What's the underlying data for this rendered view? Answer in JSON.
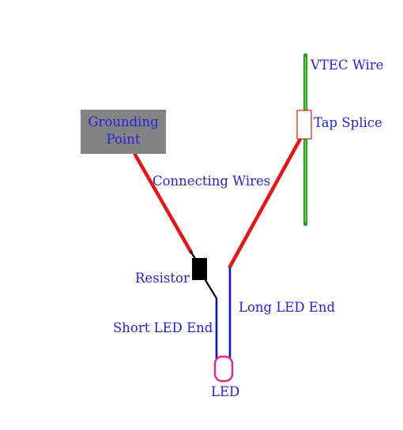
{
  "labels": {
    "vtec_wire": "VTEC Wire",
    "tap_splice": "Tap Splice",
    "grounding_line1": "Grounding",
    "grounding_line2": "Point",
    "connecting_wires": "Connecting Wires",
    "resistor": "Resistor",
    "long_led_end": "Long LED End",
    "short_led_end": "Short LED End",
    "led": "LED"
  },
  "colors": {
    "label_text": "#2222dd",
    "wire_red": "#ee1111",
    "vtec_green": "#229922",
    "vtec_green_light": "#77dd44",
    "led_lead_blue": "#1111cc",
    "resistor_black": "#000000",
    "led_magenta": "#ee2288",
    "grounding_box_gray": "#848484",
    "tap_splice_outline": "#dd2222"
  }
}
